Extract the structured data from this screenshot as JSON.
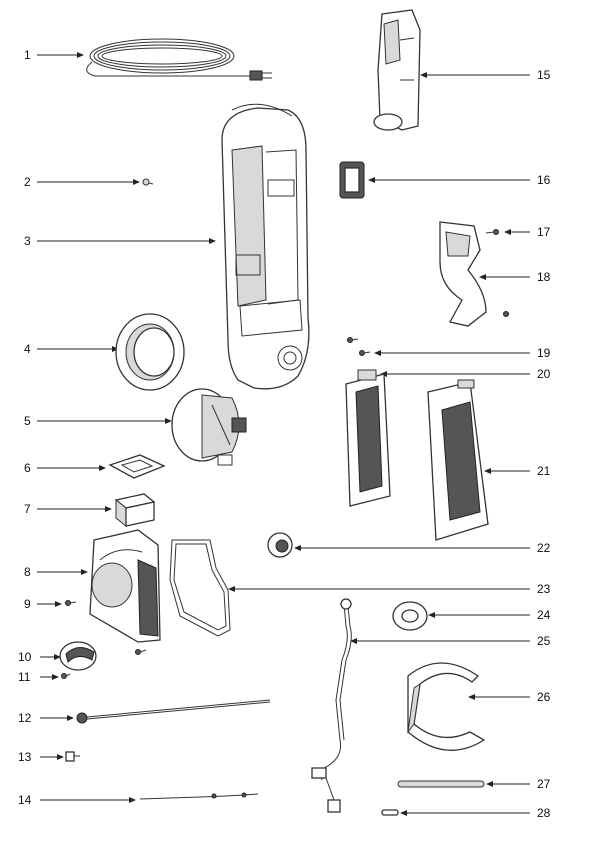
{
  "callouts": [
    {
      "id": "1",
      "label": "1",
      "part": "power-cord"
    },
    {
      "id": "2",
      "label": "2",
      "part": "small-screw"
    },
    {
      "id": "3",
      "label": "3",
      "part": "main-body-housing"
    },
    {
      "id": "4",
      "label": "4",
      "part": "motor-ring"
    },
    {
      "id": "5",
      "label": "5",
      "part": "motor"
    },
    {
      "id": "6",
      "label": "6",
      "part": "motor-gasket"
    },
    {
      "id": "7",
      "label": "7",
      "part": "filter-block"
    },
    {
      "id": "8",
      "label": "8",
      "part": "lower-housing"
    },
    {
      "id": "9",
      "label": "9",
      "part": "screw"
    },
    {
      "id": "10",
      "label": "10",
      "part": "knob"
    },
    {
      "id": "11",
      "label": "11",
      "part": "screw"
    },
    {
      "id": "12",
      "label": "12",
      "part": "rod-assembly"
    },
    {
      "id": "13",
      "label": "13",
      "part": "connector"
    },
    {
      "id": "14",
      "label": "14",
      "part": "wire"
    },
    {
      "id": "15",
      "label": "15",
      "part": "handle-bracket"
    },
    {
      "id": "16",
      "label": "16",
      "part": "square-seal"
    },
    {
      "id": "17",
      "label": "17",
      "part": "screw"
    },
    {
      "id": "18",
      "label": "18",
      "part": "cord-hook"
    },
    {
      "id": "19",
      "label": "19",
      "part": "screws"
    },
    {
      "id": "20",
      "label": "20",
      "part": "hepa-filter"
    },
    {
      "id": "21",
      "label": "21",
      "part": "filter-door"
    },
    {
      "id": "22",
      "label": "22",
      "part": "switch"
    },
    {
      "id": "23",
      "label": "23",
      "part": "housing-gasket"
    },
    {
      "id": "24",
      "label": "24",
      "part": "washer"
    },
    {
      "id": "25",
      "label": "25",
      "part": "wire-harness"
    },
    {
      "id": "26",
      "label": "26",
      "part": "bumper-strip"
    },
    {
      "id": "27",
      "label": "27",
      "part": "pin"
    },
    {
      "id": "28",
      "label": "28",
      "part": "small-pin"
    }
  ],
  "colors": {
    "line": "#222222",
    "fill": "#ffffff",
    "shade": "#d9d9d9",
    "dark": "#555555"
  }
}
